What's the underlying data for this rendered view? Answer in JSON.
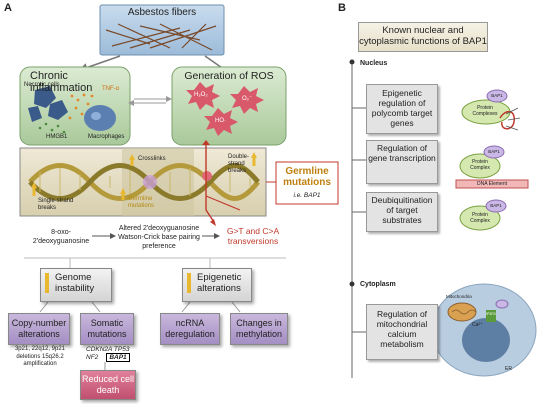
{
  "panel_a": {
    "letter": "A",
    "asbestos": "Asbestos fibers",
    "chronic_inflammation": "Chronic inflammation",
    "necrotic_cells": "Necrotic cells",
    "tnf": "TNF-α",
    "hmgb1": "HMGB1",
    "macrophages": "Macrophages",
    "ros_title": "Generation of ROS",
    "h2o2": "H₂O₂",
    "o2": "O₂⁻",
    "ho": "HO·",
    "crosslinks": "Crosslinks",
    "double_strand": "Double-strand breaks",
    "single_strand": "Single-strand breaks",
    "germline_small": "Germline mutations",
    "germline_title": "Germline mutations",
    "germline_sub": "i.e. BAP1",
    "oxo": "8-oxo-2'deoxyguanosine",
    "altered": "Altered 2'deoxyguanosine Watson-Crick base pairing preference",
    "transversions": "G>T and C>A transversions",
    "genome_instability": "Genome instability",
    "epigenetic_alterations": "Epigenetic alterations",
    "copy_number": "Copy-number alterations",
    "copy_number_detail": "3p21, 22q12, 9p21 deletions 15q26.2 amplification",
    "somatic": "Somatic mutations",
    "somatic_genes": "CDKN2A   TP53",
    "somatic_gene2": "NF2",
    "bap1_box": "BAP1",
    "ncrna": "ncRNA deregulation",
    "methylation": "Changes in methylation",
    "reduced": "Reduced cell death"
  },
  "panel_b": {
    "letter": "B",
    "title": "Known nuclear and cytoplasmic functions of BAP1",
    "nucleus": "Nucleus",
    "cytoplasm": "Cytoplasm",
    "f1": "Epigenetic regulation of polycomb target genes",
    "f2": "Regulation of gene transcription",
    "f3": "Deubiquitination of target substrates",
    "f4": "Regulation of mitochondrial calcium metabolism",
    "bap1": "BAP1",
    "protein_complexes": "Protein Complexes",
    "protein_complex": "Protein Complex",
    "dna_element": "DNA Element",
    "mitochondria": "Mitochondria",
    "ca": "Ca²⁺",
    "er": "ER",
    "ip3r3": "IP3R3"
  }
}
